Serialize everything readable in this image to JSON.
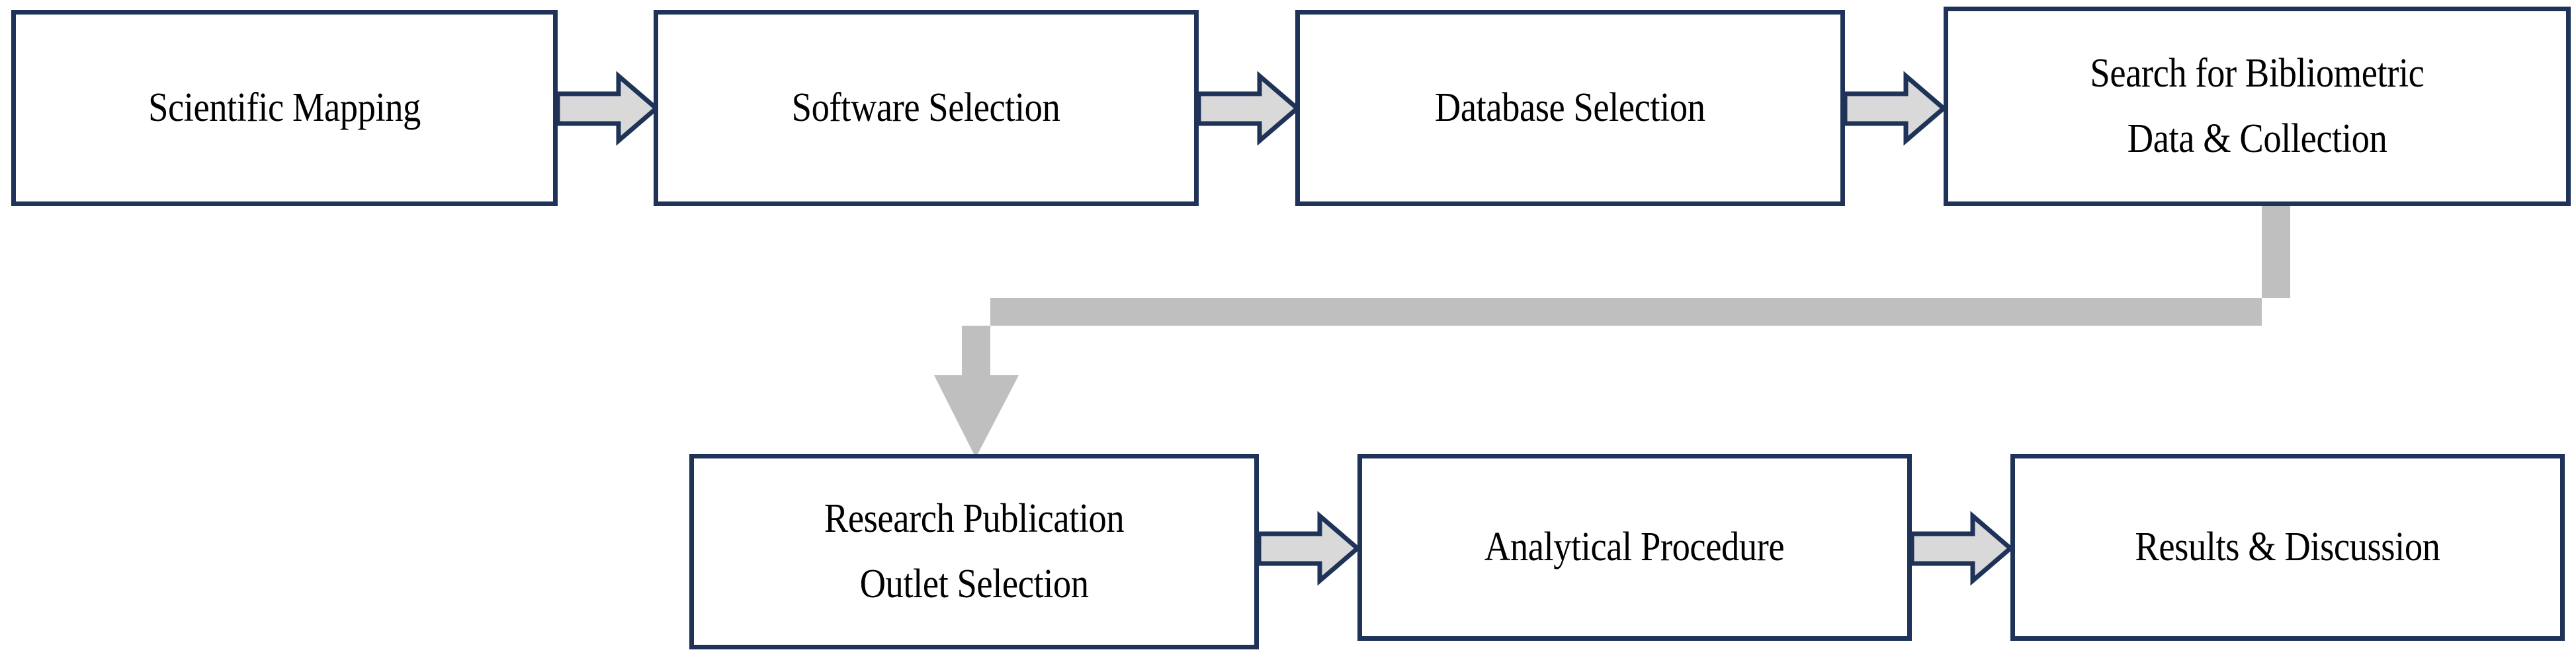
{
  "diagram": {
    "title": "Bibliometric Research Methodology Flowchart",
    "type": "process-flowchart",
    "orientation": "left-to-right, two rows with elbow return connector",
    "colors": {
      "node_border": "#1F3359",
      "node_fill": "#FFFFFF",
      "text": "#000000",
      "inline_arrow_fill": "#D9D9D9",
      "inline_arrow_border": "#1F3359",
      "elbow_connector_fill": "#BFBFBF",
      "background": "#FFFFFF"
    },
    "nodes": [
      {
        "id": "n1",
        "lines": [
          "Scientific Mapping"
        ]
      },
      {
        "id": "n2",
        "lines": [
          "Software Selection"
        ]
      },
      {
        "id": "n3",
        "lines": [
          "Database Selection"
        ]
      },
      {
        "id": "n4",
        "lines": [
          "Search for Bibliometric",
          "Data & Collection"
        ]
      },
      {
        "id": "n5",
        "lines": [
          "Research Publication",
          "Outlet Selection"
        ]
      },
      {
        "id": "n6",
        "lines": [
          "Analytical Procedure"
        ]
      },
      {
        "id": "n7",
        "lines": [
          "Results & Discussion"
        ]
      }
    ],
    "edges": [
      {
        "from": "n1",
        "to": "n2",
        "style": "block-arrow-right"
      },
      {
        "from": "n2",
        "to": "n3",
        "style": "block-arrow-right"
      },
      {
        "from": "n3",
        "to": "n4",
        "style": "block-arrow-right"
      },
      {
        "from": "n4",
        "to": "n5",
        "style": "elbow-down-left-arrow"
      },
      {
        "from": "n5",
        "to": "n6",
        "style": "block-arrow-right"
      },
      {
        "from": "n6",
        "to": "n7",
        "style": "block-arrow-right"
      }
    ]
  }
}
